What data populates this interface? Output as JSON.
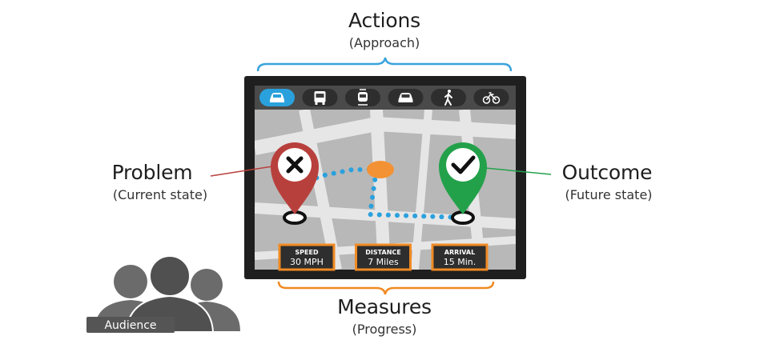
{
  "labels": {
    "actions": {
      "title": "Actions",
      "subtitle": "(Approach)"
    },
    "problem": {
      "title": "Problem",
      "subtitle": "(Current state)"
    },
    "outcome": {
      "title": "Outcome",
      "subtitle": "(Future state)"
    },
    "measures": {
      "title": "Measures",
      "subtitle": "(Progress)"
    },
    "audience": "Audience"
  },
  "transport_modes": [
    {
      "icon": "car-icon",
      "selected": true
    },
    {
      "icon": "bus-icon",
      "selected": false
    },
    {
      "icon": "tram-icon",
      "selected": false
    },
    {
      "icon": "taxi-icon",
      "selected": false
    },
    {
      "icon": "walk-icon",
      "selected": false
    },
    {
      "icon": "bike-icon",
      "selected": false
    }
  ],
  "metrics": [
    {
      "label": "SPEED",
      "value": "30 MPH"
    },
    {
      "label": "DISTANCE",
      "value": "7 Miles"
    },
    {
      "label": "ARRIVAL",
      "value": "15 Min."
    }
  ],
  "colors": {
    "bracket_blue": "#3aa3dc",
    "bracket_orange": "#f08a24",
    "problem_red": "#b8403c",
    "outcome_green": "#23a14a",
    "route_blue": "#2aa1dd",
    "waypoint_orange": "#f39234",
    "device_frame": "#1f1f1f",
    "map_gray": "#b8b8b8",
    "audience_gray": "#555555"
  }
}
